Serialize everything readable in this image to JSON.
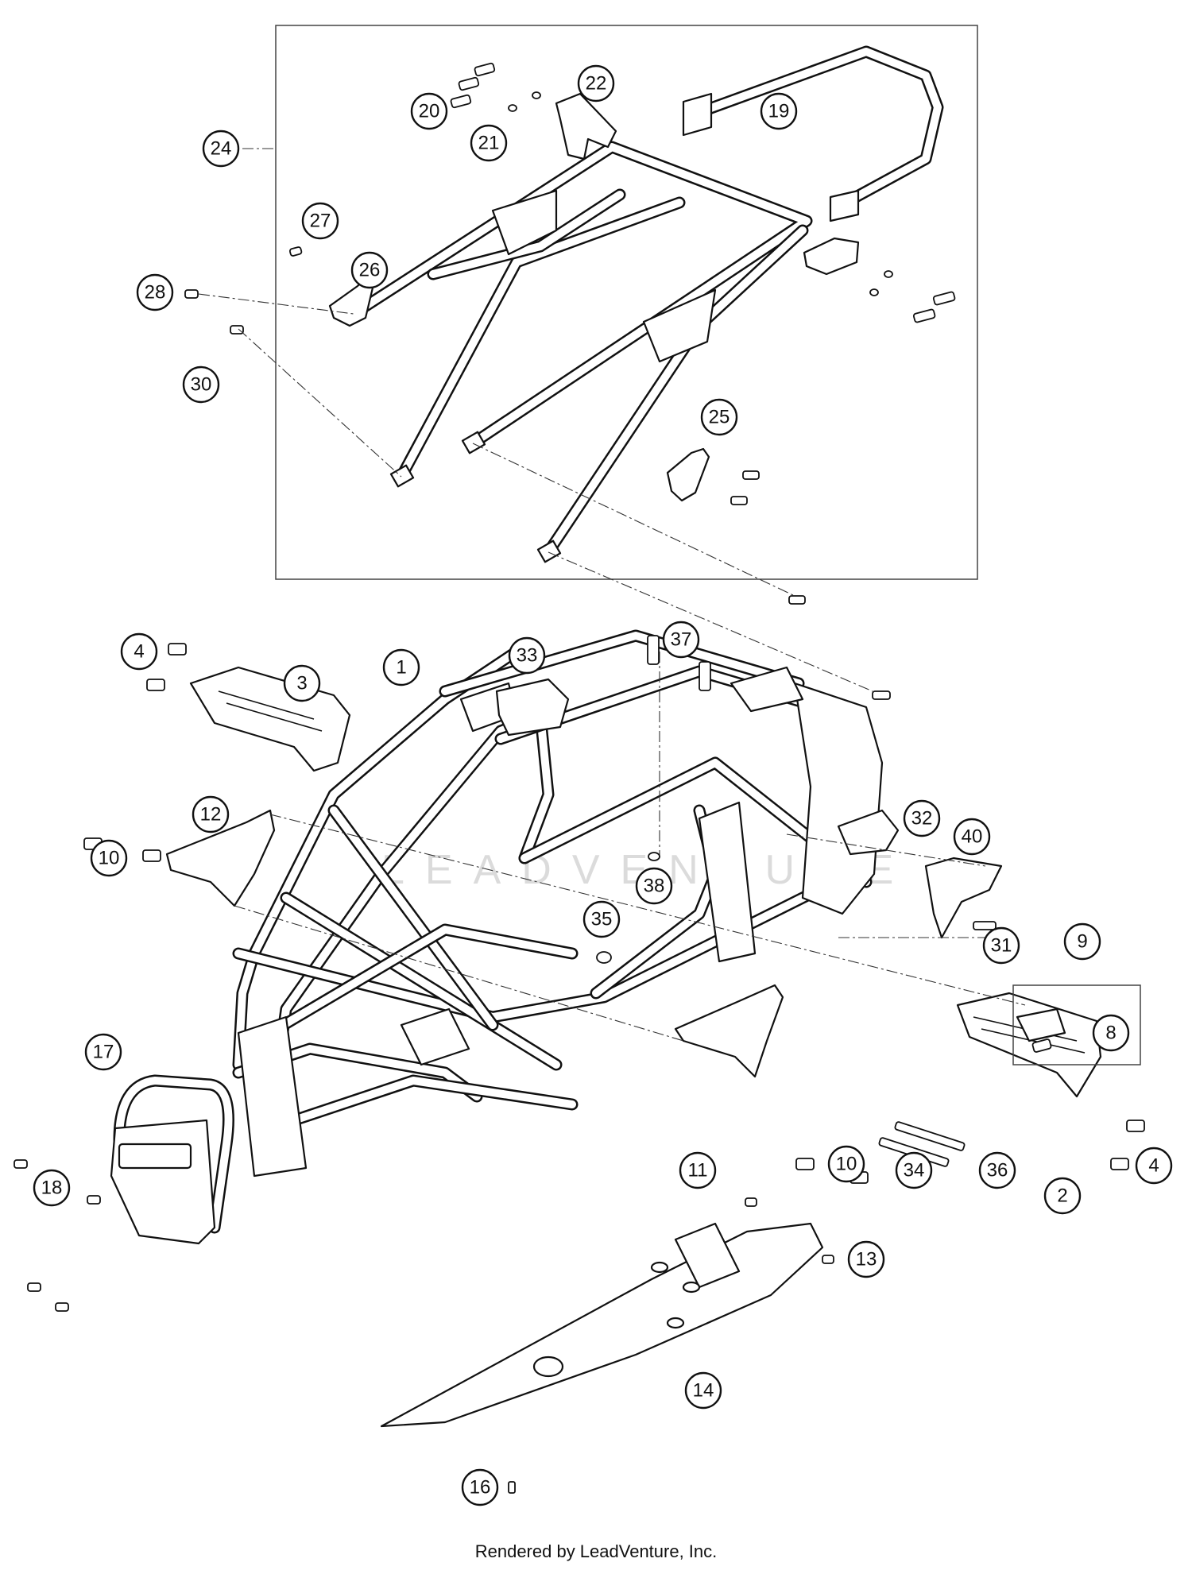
{
  "callouts": {
    "c1": "1",
    "c2": "2",
    "c3": "3",
    "c4a": "4",
    "c4b": "4",
    "c8": "8",
    "c9": "9",
    "c10a": "10",
    "c10b": "10",
    "c11": "11",
    "c12": "12",
    "c13": "13",
    "c14": "14",
    "c16": "16",
    "c17": "17",
    "c18": "18",
    "c19": "19",
    "c20": "20",
    "c21": "21",
    "c22": "22",
    "c24": "24",
    "c25": "25",
    "c26": "26",
    "c27": "27",
    "c28": "28",
    "c30": "30",
    "c31": "31",
    "c32": "32",
    "c33": "33",
    "c34": "34",
    "c35": "35",
    "c36": "36",
    "c37": "37",
    "c38": "38",
    "c40": "40"
  },
  "watermark": "LEADVENTURE",
  "credit": "Rendered by LeadVenture, Inc."
}
